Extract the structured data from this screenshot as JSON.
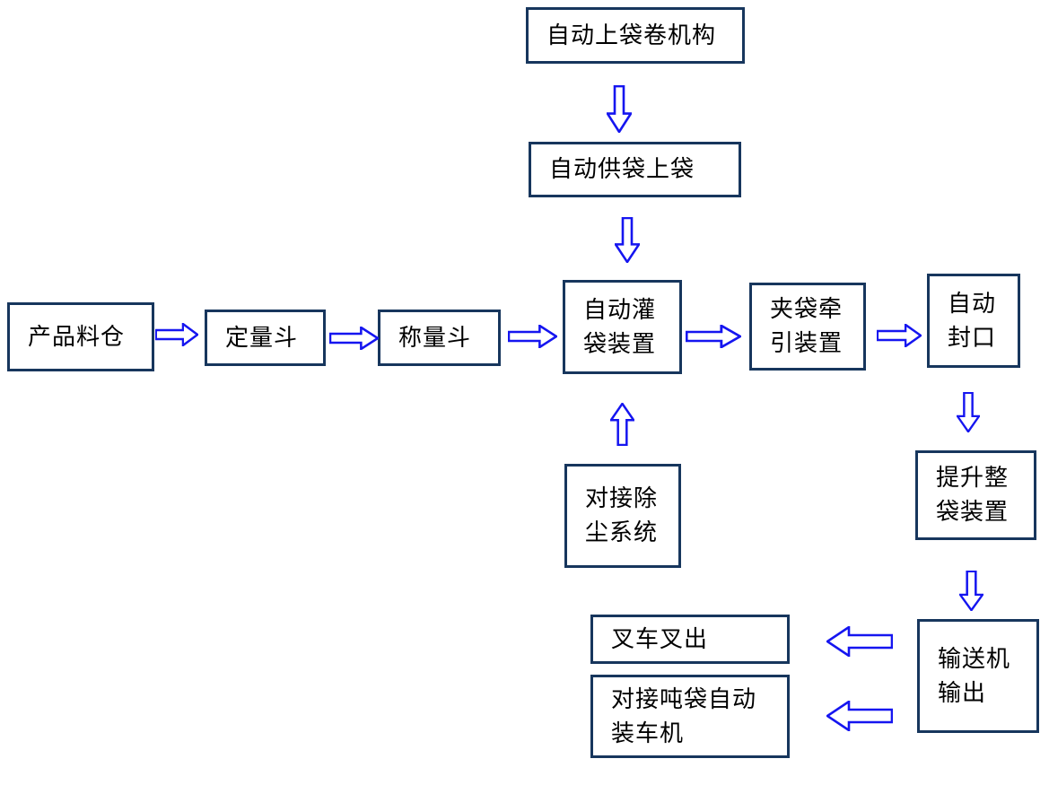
{
  "diagram": {
    "type": "flowchart",
    "colors": {
      "box_border": "#17365d",
      "arrow_outline": "#1515f0",
      "arrow_fill": "#ffffff",
      "text": "#000000",
      "background": "#ffffff"
    },
    "nodes": {
      "auto_bag_roll": "自动上袋卷机构",
      "auto_supply": "自动供袋上袋",
      "product_silo": "产品料仓",
      "quant_hopper": "定量斗",
      "weigh_hopper": "称量斗",
      "filling_device": "自动灌\n袋装置",
      "clamp_traction": "夹袋牵\n引装置",
      "auto_seal": "自动\n封口",
      "dust_system": "对接除\n尘系统",
      "lift_device": "提升整\n袋装置",
      "conveyor_out": "输送机\n输出",
      "forklift_out": "叉车叉出",
      "truck_loader": "对接吨袋自动\n装车机"
    },
    "edges": [
      {
        "from": "自动上袋卷机构",
        "to": "自动供袋上袋",
        "direction": "down"
      },
      {
        "from": "自动供袋上袋",
        "to": "自动灌袋装置",
        "direction": "down"
      },
      {
        "from": "产品料仓",
        "to": "定量斗",
        "direction": "right"
      },
      {
        "from": "定量斗",
        "to": "称量斗",
        "direction": "right"
      },
      {
        "from": "称量斗",
        "to": "自动灌袋装置",
        "direction": "right"
      },
      {
        "from": "自动灌袋装置",
        "to": "夹袋牵引装置",
        "direction": "right"
      },
      {
        "from": "夹袋牵引装置",
        "to": "自动封口",
        "direction": "right"
      },
      {
        "from": "对接除尘系统",
        "to": "自动灌袋装置",
        "direction": "up"
      },
      {
        "from": "自动封口",
        "to": "提升整袋装置",
        "direction": "down"
      },
      {
        "from": "提升整袋装置",
        "to": "输送机输出",
        "direction": "down"
      },
      {
        "from": "输送机输出",
        "to": "叉车叉出",
        "direction": "left"
      },
      {
        "from": "输送机输出",
        "to": "对接吨袋自动装车机",
        "direction": "left"
      }
    ]
  }
}
